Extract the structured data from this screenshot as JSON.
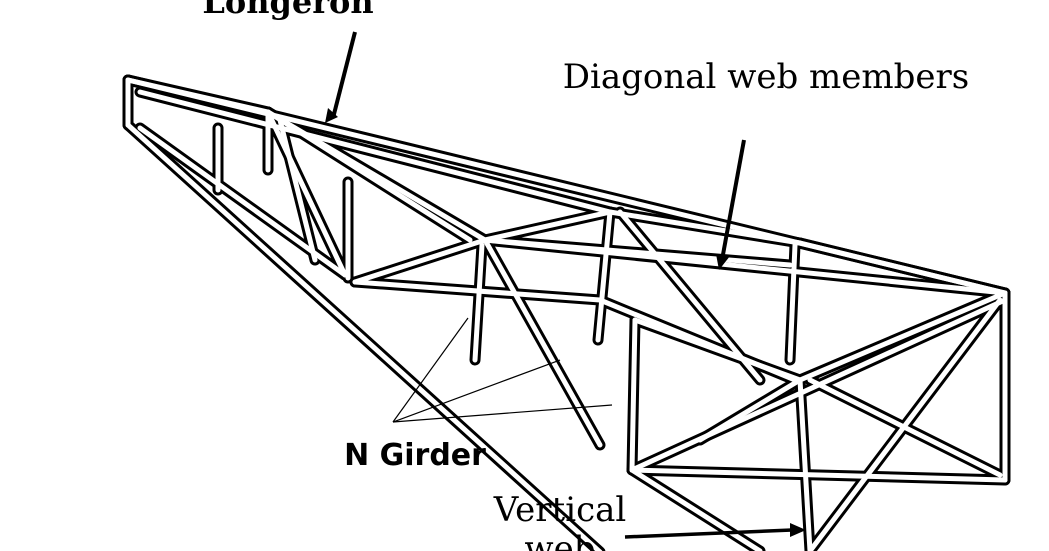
{
  "labels": {
    "longeron": "Longeron",
    "diagonal_web_members": "Diagonal web members",
    "n_girder": "N Girder",
    "vertical_web_line1": "Vertical",
    "vertical_web_line2": "web"
  },
  "colors": {
    "ink": "#000000",
    "paper": "#ffffff"
  }
}
